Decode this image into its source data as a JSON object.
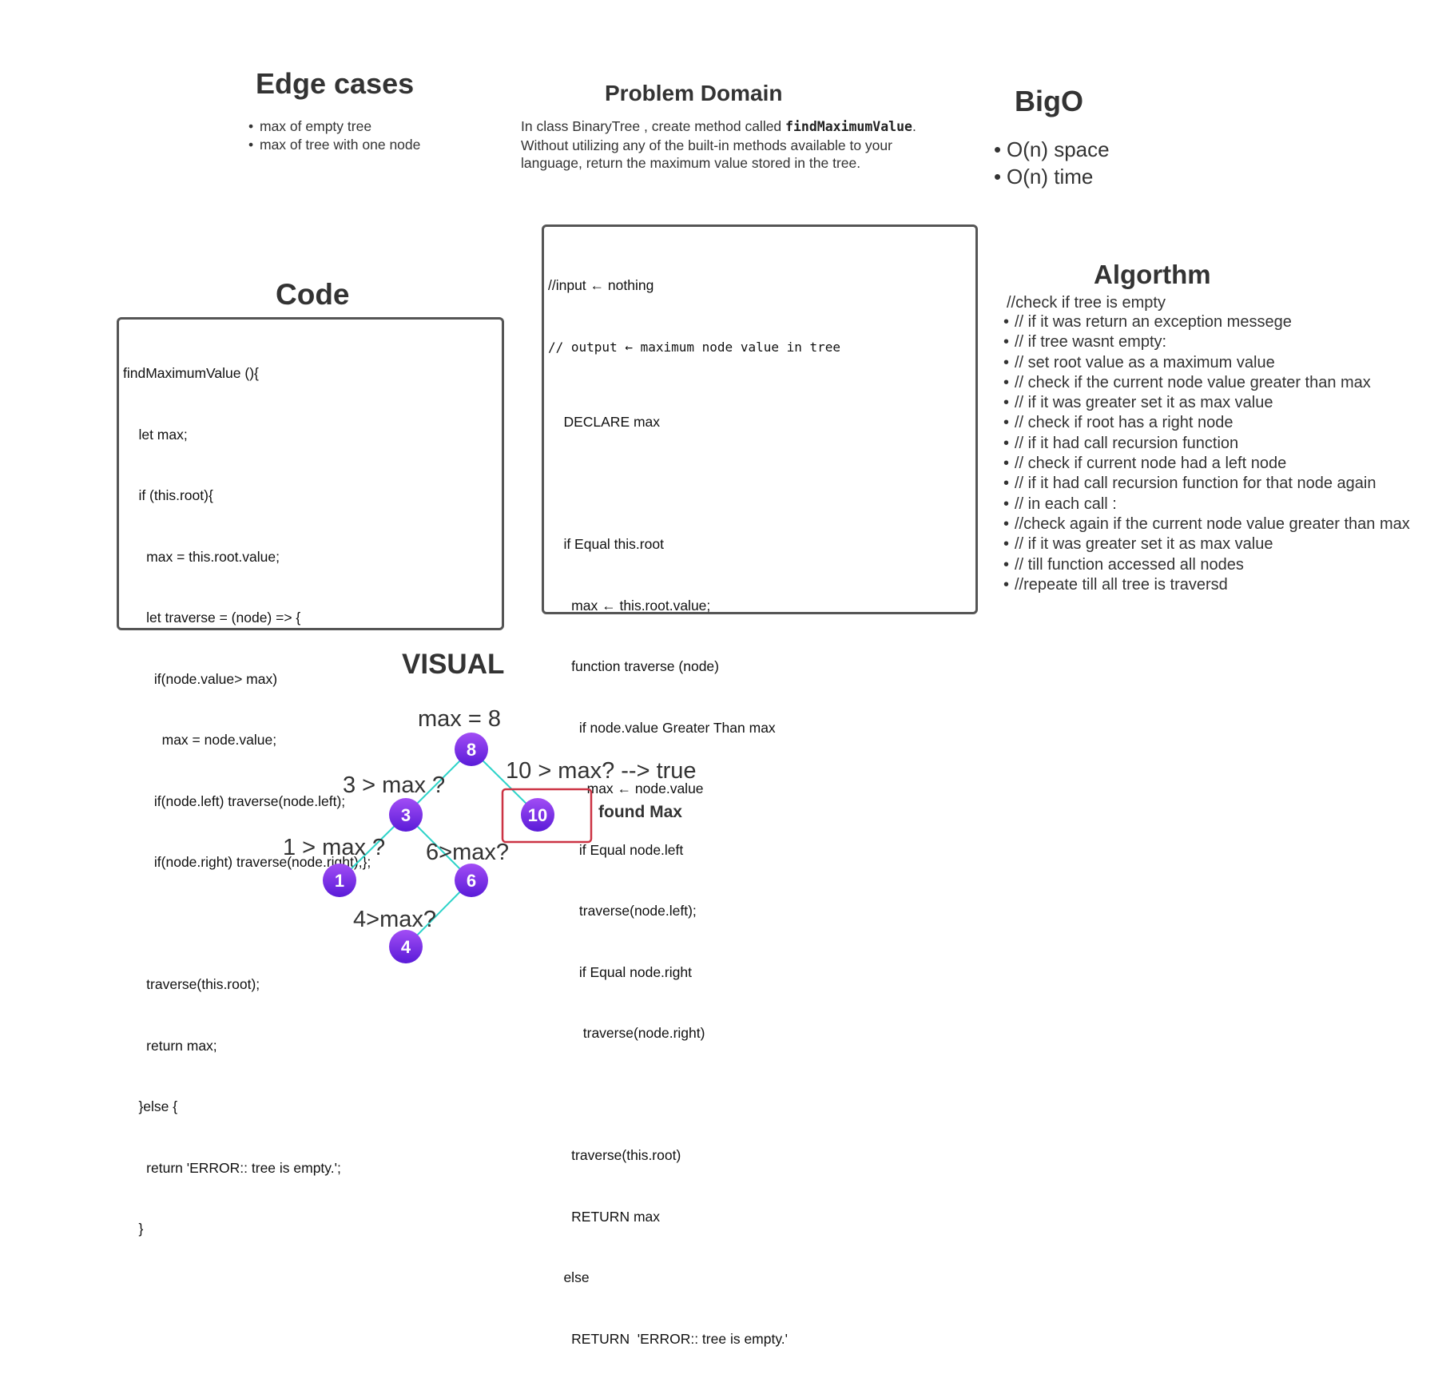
{
  "edge_cases": {
    "title": "Edge cases",
    "items": [
      "max of empty tree",
      "max of tree with one node"
    ]
  },
  "problem_domain": {
    "title": "Problem Domain",
    "text_before": "In class BinaryTree , create method called ",
    "method_name": "findMaximumValue",
    "text_after": ". Without utilizing any of the built-in methods available to your language, return the maximum value stored in the tree."
  },
  "bigo": {
    "title": "BigO",
    "items": [
      "O(n) space",
      "O(n) time"
    ]
  },
  "code": {
    "title": "Code",
    "lines": [
      "findMaximumValue (){",
      "    let max;",
      "    if (this.root){",
      "      max = this.root.value;",
      "      let traverse = (node) => {",
      "        if(node.value> max)",
      "          max = node.value;",
      "        if(node.left) traverse(node.left);",
      "        if(node.right) traverse(node.right);};",
      "",
      "      traverse(this.root);",
      "      return max;",
      "    }else {",
      "      return 'ERROR:: tree is empty.';",
      "    }"
    ]
  },
  "pseudocode": {
    "header_lines": [
      "//input ← nothing",
      "// output ← maximum node value in tree"
    ],
    "lines": [
      "    DECLARE max",
      "",
      "    if Equal this.root",
      "      max ← this.root.value;",
      "      function traverse (node)",
      "        if node.value Greater Than max",
      "          max ← node.value",
      "        if Equal node.left",
      "        traverse(node.left);",
      "        if Equal node.right",
      "         traverse(node.right)",
      "",
      "      traverse(this.root)",
      "      RETURN max",
      "    else",
      "      RETURN  'ERROR:: tree is empty.'"
    ]
  },
  "algorithm": {
    "title": "Algorthm",
    "lead": "//check if tree is empty",
    "items": [
      "// if it was return an exception messege",
      "// if tree wasnt empty:",
      "// set root value as a maximum value",
      "// check if the current node value greater than max",
      "// if it was greater set it as max value",
      "// check if root has a right node",
      "// if it had call recursion function",
      "// check if current node had a left node",
      "// if it had call recursion function for that node again",
      "// in each call :",
      "//check again if the current node value greater than max",
      "// if it was greater set it as max value",
      "// till function accessed all nodes",
      "//repeate till all tree is traversd"
    ]
  },
  "visual": {
    "title": "VISUAL",
    "nodes": [
      "8",
      "3",
      "10",
      "1",
      "6",
      "4"
    ],
    "labels": {
      "root": "max = 8",
      "right": "10 > max? --> true",
      "left": "3 > max ?",
      "left_left": "1 > max ?",
      "left_right": "6>max?",
      "deep": "4>max?",
      "found": "found Max"
    },
    "colors": {
      "node_top": "#a24df5",
      "node_bottom": "#5a1bd8",
      "edge": "#2ed3c9",
      "highlight": "#cc3344"
    }
  }
}
